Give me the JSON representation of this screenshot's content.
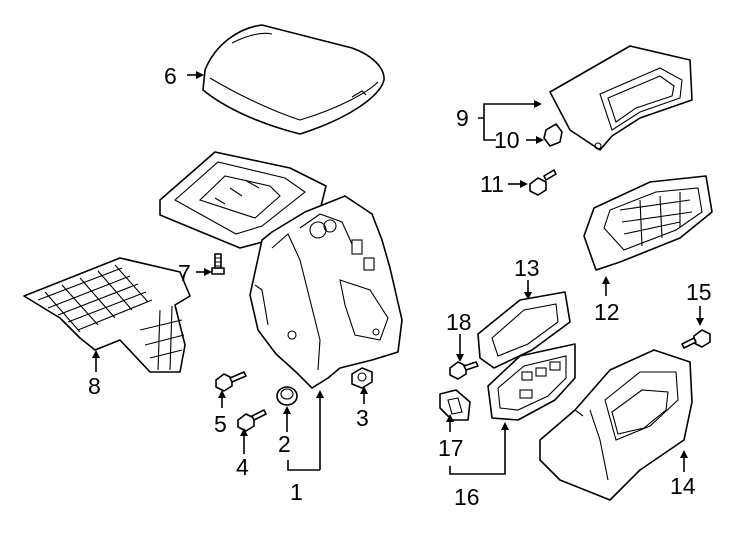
{
  "callouts": [
    {
      "id": 1,
      "text": "1"
    },
    {
      "id": 2,
      "text": "2"
    },
    {
      "id": 3,
      "text": "3"
    },
    {
      "id": 4,
      "text": "4"
    },
    {
      "id": 5,
      "text": "5"
    },
    {
      "id": 6,
      "text": "6"
    },
    {
      "id": 7,
      "text": "7"
    },
    {
      "id": 8,
      "text": "8"
    },
    {
      "id": 9,
      "text": "9"
    },
    {
      "id": 10,
      "text": "10"
    },
    {
      "id": 11,
      "text": "11"
    },
    {
      "id": 12,
      "text": "12"
    },
    {
      "id": 13,
      "text": "13"
    },
    {
      "id": 14,
      "text": "14"
    },
    {
      "id": 15,
      "text": "15"
    },
    {
      "id": 16,
      "text": "16"
    },
    {
      "id": 17,
      "text": "17"
    },
    {
      "id": 18,
      "text": "18"
    }
  ]
}
